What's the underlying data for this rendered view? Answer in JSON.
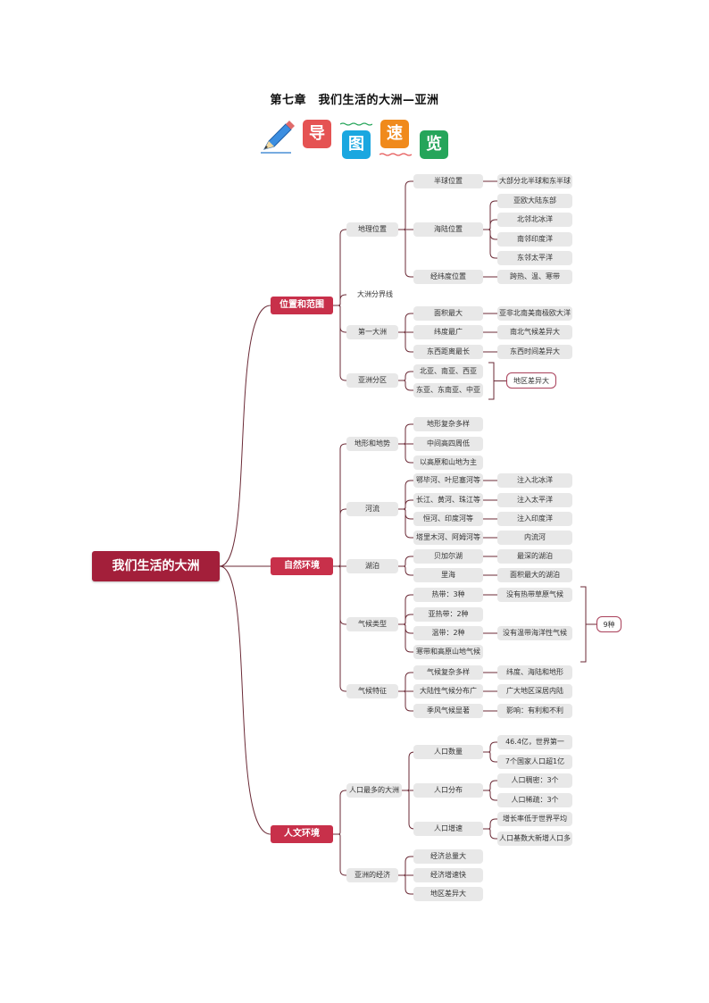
{
  "page": {
    "title": "第七章　我们生活的大洲—亚洲",
    "badges": [
      "导",
      "图",
      "速",
      "览"
    ],
    "colors": {
      "root": "#a31f3a",
      "main": "#c8304a",
      "line": "#6b2a36",
      "node_bg": "#e8e8e8"
    }
  },
  "mindmap": {
    "root": "我们生活的大洲",
    "b1": {
      "label": "位置和范围",
      "geo": "地理位置",
      "hemi": "半球位置",
      "hemi_d": "大部分北半球和东半球",
      "sea": "海陆位置",
      "sea_items": [
        "亚欧大陆东部",
        "北邻北冰洋",
        "南邻印度洋",
        "东邻太平洋"
      ],
      "lon": "经纬度位置",
      "lon_d": "跨热、温、寒带",
      "border": "大洲分界线",
      "first": "第一大洲",
      "area": "面积最大",
      "area_d": "亚非北南美南极欧大洋",
      "lat": "纬度最广",
      "lat_d": "南北气候差异大",
      "ew": "东西距离最长",
      "ew_d": "东西时间差异大",
      "reg": "亚洲分区",
      "reg_items": [
        "北亚、南亚、西亚",
        "东亚、东南亚、中亚"
      ],
      "reg_note": "地区差异大"
    },
    "b2": {
      "label": "自然环境",
      "terrain": "地形和地势",
      "terrain_items": [
        "地形复杂多样",
        "中间高四周低",
        "以高原和山地为主"
      ],
      "river": "河流",
      "river_items": [
        "鄂毕河、叶尼塞河等",
        "长江、黄河、珠江等",
        "恒河、印度河等",
        "塔里木河、阿姆河等"
      ],
      "river_d": [
        "注入北冰洋",
        "注入太平洋",
        "注入印度洋",
        "内流河"
      ],
      "lake": "湖泊",
      "lake_items": [
        "贝加尔湖",
        "里海"
      ],
      "lake_d": [
        "最深的湖泊",
        "面积最大的湖泊"
      ],
      "clim": "气候类型",
      "clim_items": [
        "热带：3种",
        "亚热带：2种",
        "温带：2种",
        "寒带和高原山地气候"
      ],
      "clim_d1": "没有热带草原气候",
      "clim_d3": "没有温带海洋性气候",
      "clim_note": "9种",
      "feat": "气候特征",
      "feat_items": [
        "气候复杂多样",
        "大陆性气候分布广",
        "季风气候显著"
      ],
      "feat_d": [
        "纬度、海陆和地形",
        "广大地区深居内陆",
        "影响：有利和不利"
      ]
    },
    "b3": {
      "label": "人文环境",
      "pop": "人口最多的大洲",
      "num": "人口数量",
      "num_d": [
        "46.4亿，世界第一",
        "7个国家人口超1亿"
      ],
      "dist": "人口分布",
      "dist_d": [
        "人口稠密：3个",
        "人口稀疏：3个"
      ],
      "grow": "人口增速",
      "grow_d": [
        "增长率低于世界平均",
        "人口基数大新增人口多"
      ],
      "econ": "亚洲的经济",
      "econ_items": [
        "经济总量大",
        "经济增速快",
        "地区差异大"
      ]
    }
  }
}
